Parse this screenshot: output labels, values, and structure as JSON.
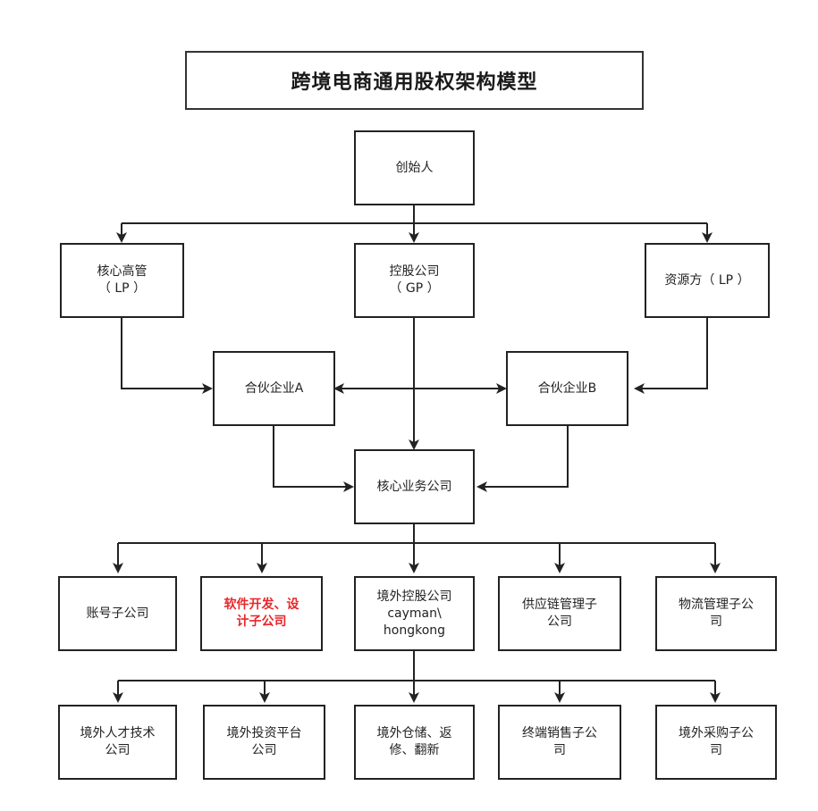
{
  "title": "跨境电商通用股权架构模型",
  "colors": {
    "line": "#222222",
    "border": "#222222",
    "text": "#222222",
    "highlight_text": "#e8262a"
  },
  "nodes": {
    "founder": "创始人",
    "core_exec": "核心高管\n（ LP ）",
    "holding_company": "控股公司\n（ GP ）",
    "resource_party": "资源方（ LP ）",
    "partnership_a": "合伙企业A",
    "partnership_b": "合伙企业B",
    "core_business": "核心业务公司",
    "account_sub": "账号子公司",
    "software_sub": "软件开发、设\n计子公司",
    "overseas_holding": "境外控股公司\ncayman\\\nhongkong",
    "supply_chain_sub": "供应链管理子\n公司",
    "logistics_sub": "物流管理子公\n司",
    "overseas_talent": "境外人才技术\n公司",
    "overseas_investment": "境外投资平台\n公司",
    "overseas_warehouse": "境外仓储、返\n修、翻新",
    "terminal_sales_sub": "终端销售子公\n司",
    "overseas_purchase_sub": "境外采购子公\n司"
  }
}
